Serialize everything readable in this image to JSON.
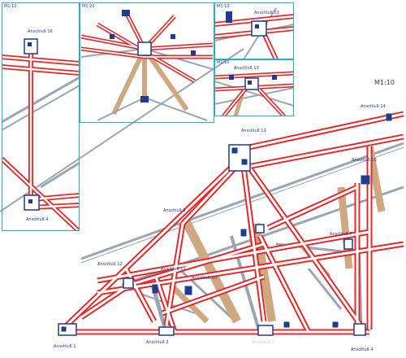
{
  "colors": {
    "frame": "#23b2c2",
    "member_red": "#e32a2a",
    "member_grey": "#9aa6b3",
    "member_wood": "#cfa781",
    "connector_blue": "#1f3d8f",
    "label_text": "#1f3d8f"
  },
  "main_view": {
    "scale": "M1:10",
    "labels": {
      "a1": "Anschluß 1",
      "a2": "Anschluß 2",
      "a3": "Anschluß 3",
      "a4": "Anschluß 4",
      "a7": "Anschluß 7",
      "a9": "Anschluß 9",
      "a10": "Anschluß 10",
      "a11": "Anschluß 11",
      "a12": "Anschluß 12",
      "a13": "Anschluß 13",
      "a14": "Anschluß 14",
      "a16": "Anschluß 16"
    }
  },
  "detail_views": {
    "left": {
      "scale": "M1:10",
      "label_top": "Anschluß 16",
      "label_bottom": "Anschluß 4"
    },
    "center": {
      "scale": "M1:20"
    },
    "top_right": {
      "scale": "M1:10",
      "label": "Anschluß 13"
    },
    "bottom_right": {
      "scale": "M1:10",
      "label": "Anschluß 13"
    }
  }
}
